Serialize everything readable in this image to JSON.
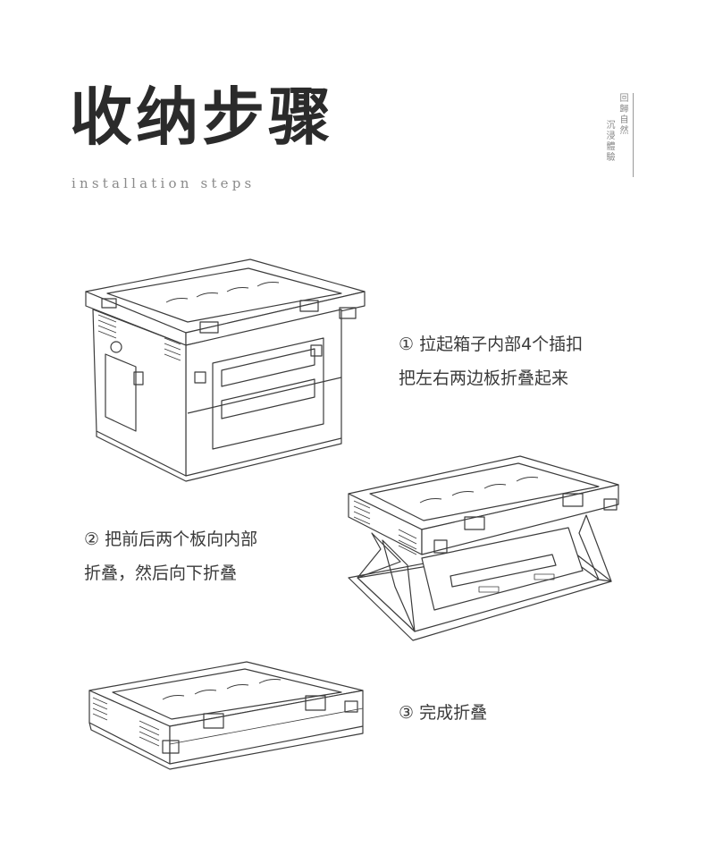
{
  "header": {
    "title": "收纳步骤",
    "subtitle": "installation steps",
    "seal": {
      "line1": "回歸自然",
      "line2": "沉浸體驗"
    }
  },
  "steps": [
    {
      "line1": "① 拉起箱子内部4个插扣",
      "line2": "把左右两边板折叠起来"
    },
    {
      "line1": "② 把前后两个板向内部",
      "line2": "折叠，然后向下折叠"
    },
    {
      "line1": "③ 完成折叠",
      "line2": ""
    }
  ],
  "colors": {
    "line": "#3c3c3c",
    "text": "#3a3a3a",
    "muted": "#8a8a8a"
  },
  "icons": [
    "closed-box-illustration",
    "folding-box-illustration",
    "folded-box-illustration"
  ]
}
